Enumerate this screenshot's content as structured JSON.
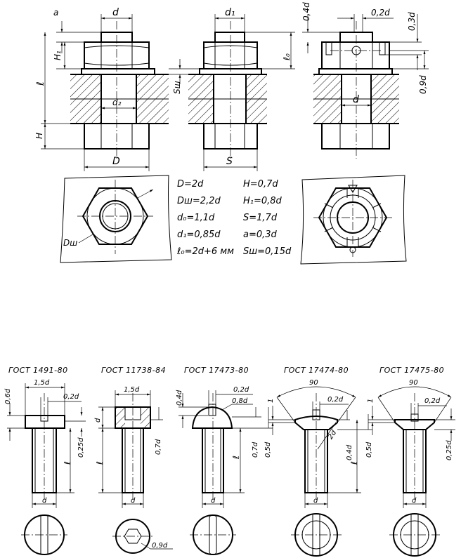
{
  "top_section": {
    "bolt_view": {
      "labels": {
        "d": "d",
        "a": "a",
        "H1": "H₁",
        "l": "ℓ",
        "d2": "d₂",
        "H": "H",
        "D": "D"
      }
    },
    "stud_view": {
      "labels": {
        "d1": "d₁",
        "l0": "ℓ₀",
        "Sw": "Sш",
        "S": "S"
      }
    },
    "nut_view": {
      "labels": {
        "a04d": "0,4d",
        "a02d": "0,2d",
        "a03d": "0,3d",
        "a09d": "0,9d",
        "d": "d"
      }
    },
    "washer_label": "Dш",
    "formulas_left": [
      "D=2d",
      "Dш=2,2d",
      "d₀=1,1d",
      "d₁=0,85d",
      "ℓ₀=2d+6  мм"
    ],
    "formulas_right": [
      "H=0,7d",
      "H₁=0,8d",
      "S=1,7d",
      "a=0,3d",
      "Sш=0,15d"
    ]
  },
  "bottom_section": {
    "screws": [
      {
        "gost": "ГОСТ  1491-80",
        "dims": [
          "1,5d",
          "0,2d",
          "0,6d",
          "0,25d",
          "ℓ",
          "d"
        ]
      },
      {
        "gost": "ГОСТ  11738-84",
        "dims": [
          "1,5d",
          "d",
          "ℓ",
          "0,7d",
          "d",
          "0,9d"
        ]
      },
      {
        "gost": "ГОСТ  17473-80",
        "dims": [
          "0,2d",
          "0,8d",
          "0,4d",
          "ℓ",
          "0,7d",
          "0,5d",
          "d"
        ]
      },
      {
        "gost": "ГОСТ  17474-80",
        "dims": [
          "90",
          "1",
          "0,2d",
          "2d",
          "0,4d",
          "ℓ",
          "0,5d",
          "d"
        ]
      },
      {
        "gost": "ГОСТ  17475-80",
        "dims": [
          "90",
          "1",
          "0,2d",
          "0,25d",
          "d"
        ]
      }
    ]
  }
}
